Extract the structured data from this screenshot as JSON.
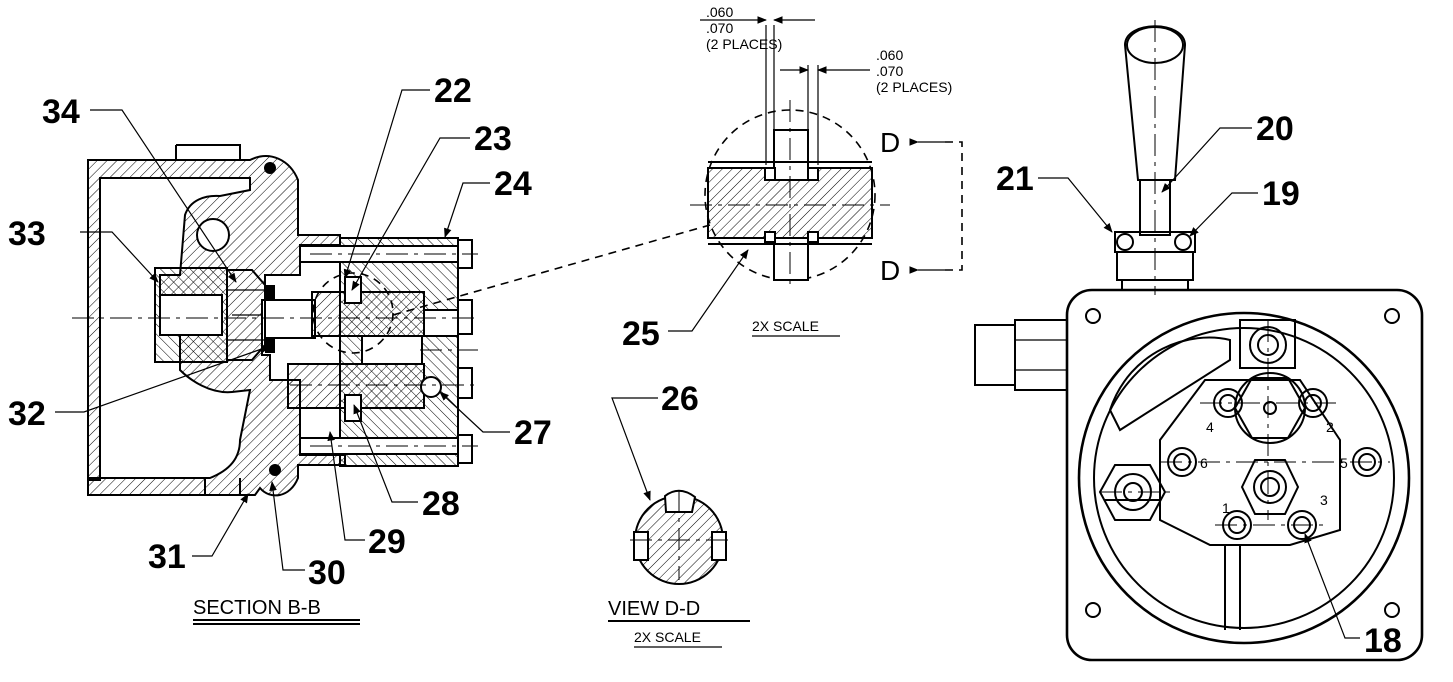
{
  "callouts": {
    "c18": "18",
    "c19": "19",
    "c20": "20",
    "c21": "21",
    "c22": "22",
    "c23": "23",
    "c24": "24",
    "c25": "25",
    "c26": "26",
    "c27": "27",
    "c28": "28",
    "c29": "29",
    "c30": "30",
    "c31": "31",
    "c32": "32",
    "c33": "33",
    "c34": "34"
  },
  "dimensions": {
    "left": {
      "line1": ".060",
      "line2": ".070",
      "line3": "(2 PLACES)"
    },
    "right": {
      "line1": ".060",
      "line2": ".070",
      "line3": "(2 PLACES)"
    }
  },
  "views": {
    "section_label": "SECTION B-B",
    "detail_scale": "2X SCALE",
    "view_label": "VIEW D-D",
    "view_scale": "2X SCALE",
    "view_marker_top": "D",
    "view_marker_bottom": "D"
  },
  "hole_numbers": {
    "h1": "1",
    "h2": "2",
    "h3": "3",
    "h4": "4",
    "h5": "5",
    "h6": "6"
  }
}
